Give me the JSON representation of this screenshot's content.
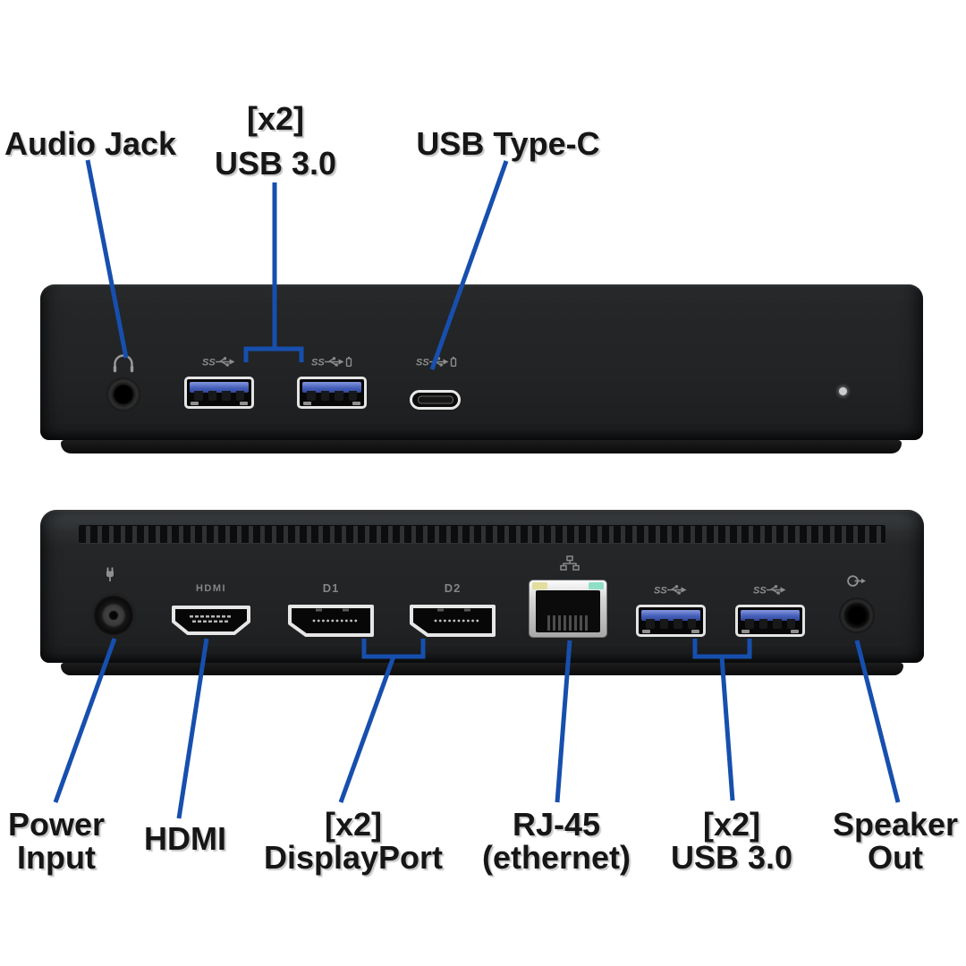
{
  "callouts": {
    "front": {
      "audio_jack": "Audio Jack",
      "usb30": {
        "line1": "[x2]",
        "line2": "USB 3.0"
      },
      "usb_type_c": "USB Type-C"
    },
    "back": {
      "power_input": {
        "line1": "Power",
        "line2": "Input"
      },
      "hdmi": "HDMI",
      "displayport": {
        "line1": "[x2]",
        "line2": "DisplayPort"
      },
      "rj45": {
        "line1": "RJ-45",
        "line2": "(ethernet)"
      },
      "usb30": {
        "line1": "[x2]",
        "line2": "USB 3.0"
      },
      "speaker_out": {
        "line1": "Speaker",
        "line2": "Out"
      }
    }
  },
  "port_markings": {
    "superspeed": "SS",
    "hdmi": "HDMI",
    "displayport1": "D1",
    "displayport2": "D2"
  },
  "colors": {
    "background": "#ffffff",
    "callout_line": "#174fae",
    "callout_text": "#161616",
    "device_body": "#222426",
    "usb_insert_blue": "#4660ba",
    "port_marking_gray": "#8d8d8d",
    "rj45_led_left": "#e3dd9e",
    "rj45_led_right": "#8fdfc6",
    "status_led": "#cdcdcd"
  }
}
